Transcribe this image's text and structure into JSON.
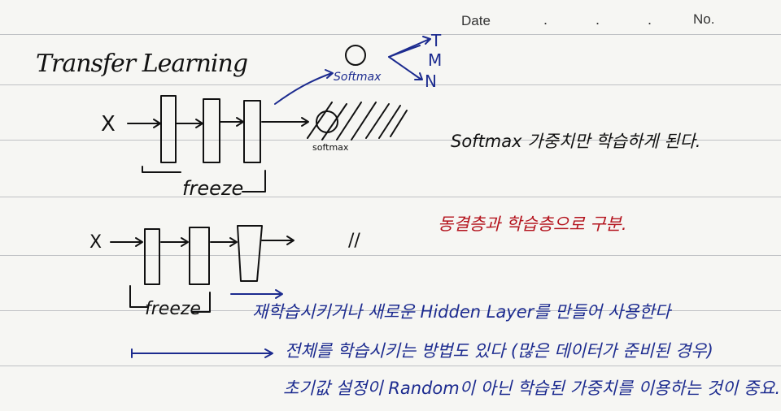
{
  "header": {
    "date_label": "Date",
    "date_dots": [
      ".",
      ".",
      "."
    ],
    "no_label": "No."
  },
  "notes": {
    "title": "Transfer Learning",
    "diagram1": {
      "input": "X",
      "freeze": "freeze",
      "softmax_top": "Softmax",
      "outputs": [
        "T",
        "M",
        "N"
      ],
      "softmax_crossed": "softmax"
    },
    "line1": "Softmax 가중치만 학습하게 된다.",
    "diagram2": {
      "input": "X",
      "freeze": "freeze",
      "continuation": "//"
    },
    "red_note": "동결층과 학습층으로 구분.",
    "blue_notes": [
      "재학습시키거나 새로운 Hidden Layer를 만들어 사용한다",
      "전체를 학습시키는 방법도 있다 (많은 데이터가 준비된 경우)",
      "초기값 설정이 Random이 아닌 학습된 가중치를 이용하는 것이 중요."
    ]
  },
  "colors": {
    "ink": "#111111",
    "blue_ink": "#1c2b8f",
    "red_ink": "#b4141e",
    "paper": "#f6f6f3",
    "rule": "#bfc1c4"
  }
}
